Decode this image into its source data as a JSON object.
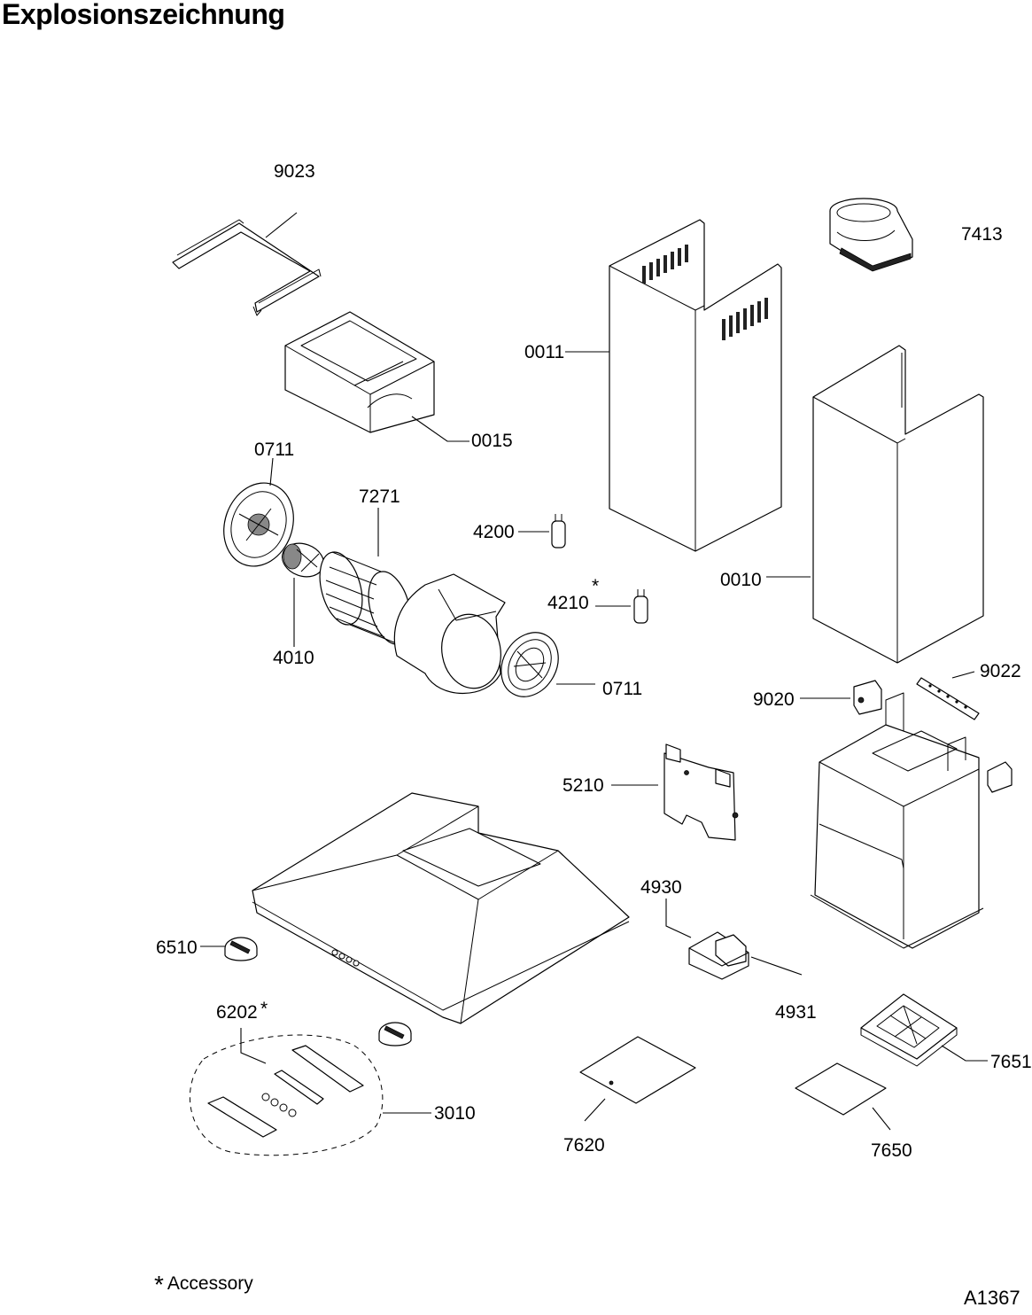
{
  "title": "Explosionszeichnung",
  "parts": {
    "p9023": "9023",
    "p7413": "7413",
    "p0011": "0011",
    "p0015": "0015",
    "p0711a": "0711",
    "p7271": "7271",
    "p4200": "4200",
    "p4210": "4210",
    "p0010": "0010",
    "p4010": "4010",
    "p0711b": "0711",
    "p9022": "9022",
    "p9020": "9020",
    "p5210": "5210",
    "p4930": "4930",
    "p6510": "6510",
    "p6202": "6202",
    "p4931": "4931",
    "p7651": "7651",
    "p3010": "3010",
    "p7620": "7620",
    "p7650": "7650"
  },
  "accessory_mark": "*",
  "footnote": "Accessory",
  "drawing_id": "A1367"
}
